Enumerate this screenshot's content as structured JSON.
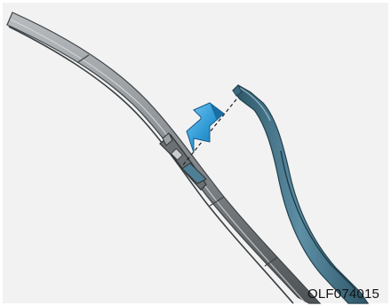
{
  "figure": {
    "code": "OLF074015",
    "background_color": "#f2f2f2",
    "colors": {
      "wiper_blade": "#8a8f93",
      "wiper_blade_shadow": "#4e5356",
      "wiper_arm": "#4f7f95",
      "wiper_arm_dark": "#2d5466",
      "arrow": "#2f9ad6",
      "guide_line": "#222222"
    },
    "parts": {
      "blade": "wiper-blade",
      "arm": "wiper-arm",
      "arrow": "arrow-down-icon",
      "guide": "alignment-dashed-line"
    }
  }
}
